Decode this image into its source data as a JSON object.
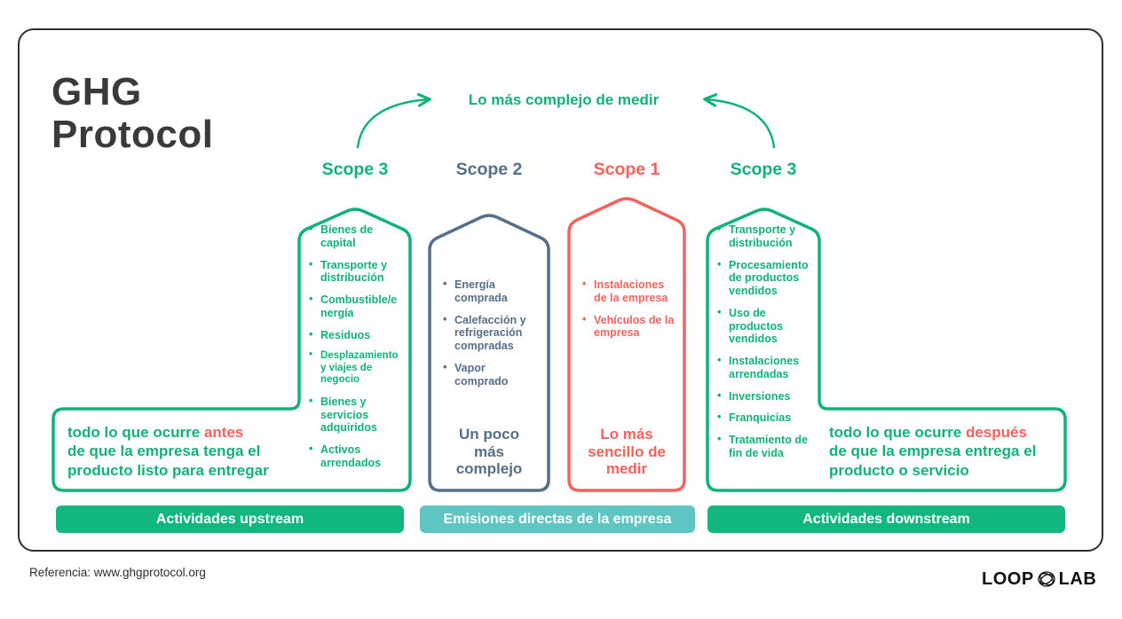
{
  "header": {
    "title_line1": "GHG",
    "title_line2": "Protocol"
  },
  "top_banner": {
    "label": "Lo más complejo de medir"
  },
  "columns": [
    {
      "scope_label": "Scope 3",
      "items": [
        "Bienes de capital",
        "Transporte y distribución",
        "Combustible/energía",
        "Residuos",
        "Desplazamiento y viajes de negocio",
        "Bienes y servicios adquiridos",
        "Activos arrendados"
      ]
    },
    {
      "scope_label": "Scope 2",
      "items": [
        "Energía comprada",
        "Calefacción y refrigeración compradas",
        "Vapor comprado"
      ],
      "caption": "Un poco más complejo"
    },
    {
      "scope_label": "Scope 1",
      "items": [
        "Instalaciones de la empresa",
        "Vehículos de la empresa"
      ],
      "caption": "Lo más sencillo de medir"
    },
    {
      "scope_label": "Scope 3",
      "items": [
        "Transporte y distribución",
        "Procesamiento de productos vendidos",
        "Uso de productos vendidos",
        "Instalaciones arrendadas",
        "Inversiones",
        "Franquicias",
        "Tratamiento de fin de vida"
      ]
    }
  ],
  "notes": {
    "left": {
      "line1_pre": "todo lo que ocurre ",
      "highlight": "antes",
      "line2": "de que la empresa tenga el",
      "line3": "producto listo para entregar"
    },
    "right": {
      "line1_pre": "todo lo que ocurre ",
      "highlight": "después",
      "line2": "de que la empresa entrega el",
      "line3": "producto o servicio"
    }
  },
  "bars": [
    {
      "label": "Actividades upstream"
    },
    {
      "label": "Emisiones directas de la empresa"
    },
    {
      "label": "Actividades downstream"
    }
  ],
  "footer": {
    "reference": "Referencia: www.ghgprotocol.org",
    "logo_part1": "LOOP",
    "logo_part2": "LAB"
  },
  "icons": {
    "logo_center": "loop-scribble-icon"
  },
  "colors": {
    "green": "#11b07c",
    "green_bar": "#12b77e",
    "teal_bar": "#5fc5c2",
    "slate": "#566f88",
    "coral": "#f4625e",
    "ink": "#3a3a3a"
  }
}
